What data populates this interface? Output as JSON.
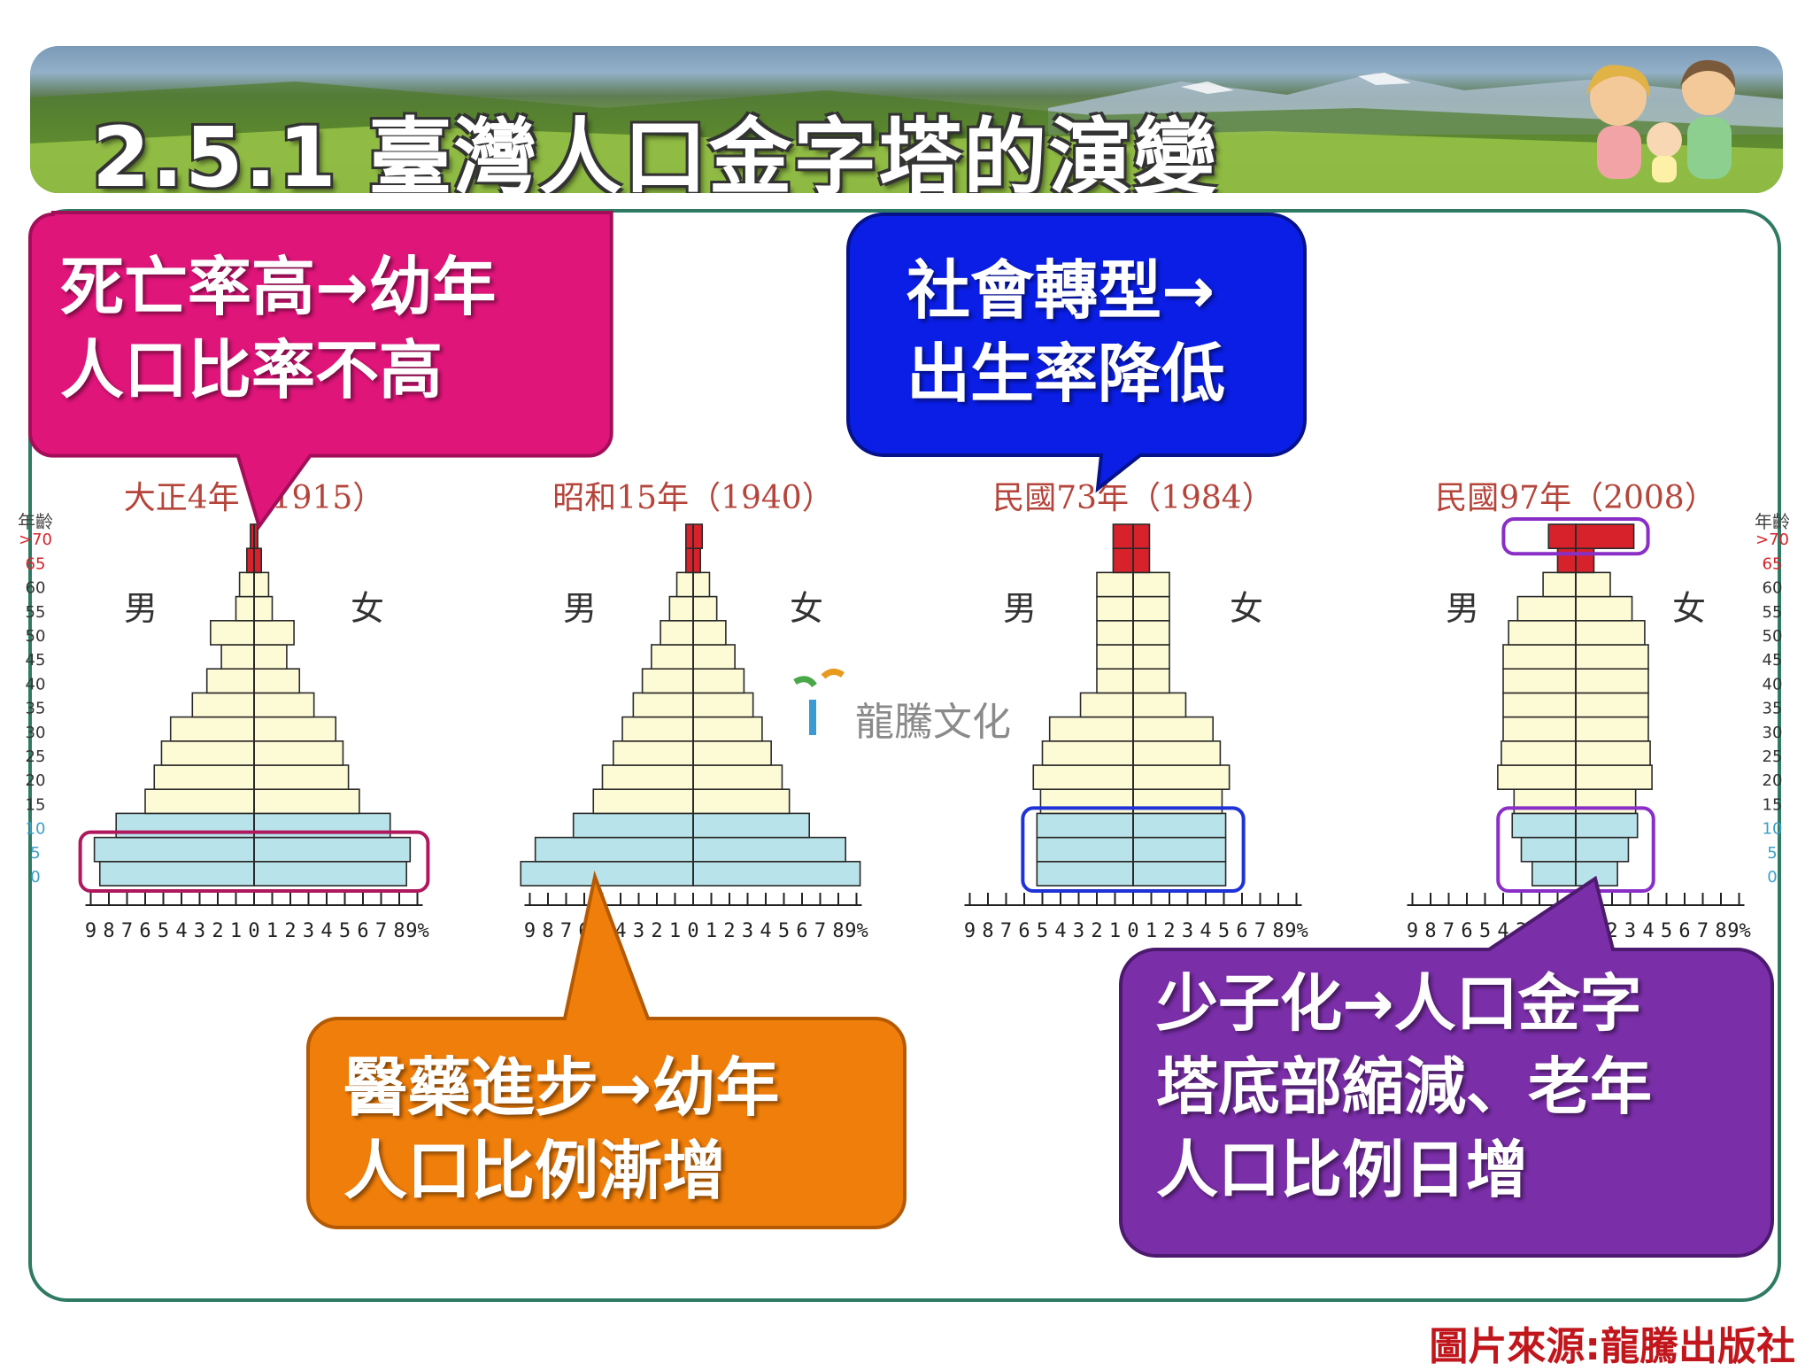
{
  "title": "2.5.1 臺灣人口金字塔的演變",
  "credit": "圖片來源:龍騰出版社",
  "watermark": "龍騰文化",
  "colors": {
    "youth": "#b9e3ea",
    "working": "#fdfbd6",
    "elderly": "#d8222b",
    "stroke": "#2a2a2a",
    "pink": "#e0157a",
    "blue": "#0a1ee6",
    "orange": "#f07e0a",
    "purple": "#7a2ea8",
    "highlight_pink": "#b0185e",
    "highlight_blue": "#1f32d8",
    "highlight_purple": "#8a2ec8"
  },
  "callouts": {
    "pink": [
      "死亡率高→幼年",
      "人口比率不高"
    ],
    "blue": [
      "社會轉型→",
      "出生率降低"
    ],
    "orange": [
      "醫藥進步→幼年",
      "人口比例漸增"
    ],
    "purple": [
      "少子化→人口金字",
      "塔底部縮減、老年",
      "人口比例日增"
    ]
  },
  "chart_data": [
    {
      "type": "bar",
      "title": "大正4年（1915）",
      "male_label": "男",
      "female_label": "女",
      "age_axis_label": "年齡",
      "age_groups": [
        "0",
        "5",
        "10",
        "15",
        "20",
        "25",
        "30",
        "35",
        "40",
        "45",
        "50",
        "55",
        "60",
        "65",
        ">70"
      ],
      "xticks": [
        "9",
        "8",
        "7",
        "6",
        "5",
        "4",
        "3",
        "2",
        "1",
        "0",
        "1",
        "2",
        "3",
        "4",
        "5",
        "6",
        "7",
        "8",
        "9%"
      ],
      "male": [
        8.5,
        8.8,
        7.6,
        6.0,
        5.5,
        5.1,
        4.6,
        3.4,
        2.6,
        1.8,
        2.4,
        1.0,
        0.8,
        0.4,
        0.2
      ],
      "female": [
        8.4,
        8.6,
        7.5,
        5.8,
        5.2,
        4.9,
        4.5,
        3.3,
        2.5,
        1.8,
        2.2,
        1.0,
        0.8,
        0.4,
        0.2
      ],
      "highlight_groups": [
        "0",
        "5"
      ]
    },
    {
      "type": "bar",
      "title": "昭和15年（1940）",
      "male_label": "男",
      "female_label": "女",
      "age_groups": [
        "0",
        "5",
        "10",
        "15",
        "20",
        "25",
        "30",
        "35",
        "40",
        "45",
        "50",
        "55",
        "60",
        "65",
        ">70"
      ],
      "xticks": [
        "9",
        "8",
        "7",
        "6",
        "5",
        "4",
        "3",
        "2",
        "1",
        "0",
        "1",
        "2",
        "3",
        "4",
        "5",
        "6",
        "7",
        "8",
        "9%"
      ],
      "male": [
        9.5,
        8.7,
        6.6,
        5.5,
        5.0,
        4.4,
        3.9,
        3.3,
        2.8,
        2.3,
        1.8,
        1.3,
        0.9,
        0.4,
        0.4
      ],
      "female": [
        9.2,
        8.4,
        6.4,
        5.3,
        4.9,
        4.3,
        3.8,
        3.3,
        2.8,
        2.3,
        1.8,
        1.3,
        0.9,
        0.4,
        0.5
      ],
      "highlight_groups": []
    },
    {
      "type": "bar",
      "title": "民國73年（1984）",
      "male_label": "男",
      "female_label": "女",
      "age_groups": [
        "0",
        "5",
        "10",
        "15",
        "20",
        "25",
        "30",
        "35",
        "40",
        "45",
        "50",
        "55",
        "60",
        "65",
        ">70"
      ],
      "xticks": [
        "9",
        "8",
        "7",
        "6",
        "5",
        "4",
        "3",
        "2",
        "1",
        "0",
        "1",
        "2",
        "3",
        "4",
        "5",
        "6",
        "7",
        "8",
        "9%"
      ],
      "male": [
        5.3,
        5.3,
        5.3,
        5.1,
        5.5,
        5.0,
        4.6,
        2.9,
        2.0,
        2.0,
        2.0,
        2.0,
        2.0,
        1.1,
        1.1
      ],
      "female": [
        5.1,
        5.1,
        5.1,
        4.9,
        5.3,
        4.8,
        4.4,
        2.9,
        2.0,
        2.0,
        2.0,
        2.0,
        2.0,
        0.9,
        0.9
      ],
      "highlight_groups": [
        "0",
        "5",
        "10"
      ]
    },
    {
      "type": "bar",
      "title": "民國97年（2008）",
      "male_label": "男",
      "female_label": "女",
      "age_axis_label": "年齡",
      "age_groups": [
        "0",
        "5",
        "10",
        "15",
        "20",
        "25",
        "30",
        "35",
        "40",
        "45",
        "50",
        "55",
        "60",
        "65",
        ">70"
      ],
      "xticks": [
        "9",
        "8",
        "7",
        "6",
        "5",
        "4",
        "3",
        "2",
        "1",
        "0",
        "1",
        "2",
        "3",
        "4",
        "5",
        "6",
        "7",
        "8",
        "9%"
      ],
      "male": [
        2.4,
        3.0,
        3.5,
        3.4,
        4.3,
        4.1,
        4.0,
        4.0,
        4.0,
        4.0,
        3.7,
        3.2,
        1.8,
        1.0,
        1.5
      ],
      "female": [
        2.3,
        2.9,
        3.4,
        3.3,
        4.2,
        4.1,
        4.0,
        4.0,
        4.0,
        4.0,
        3.8,
        3.1,
        1.9,
        1.0,
        3.2
      ],
      "highlight_groups": [
        "0",
        "5",
        "10",
        ">70"
      ]
    }
  ]
}
